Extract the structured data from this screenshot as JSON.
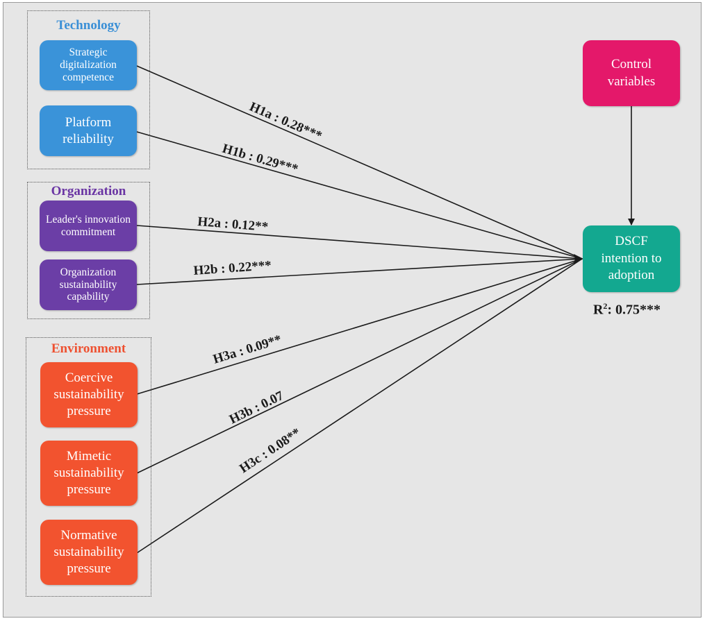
{
  "groups": {
    "technology": {
      "title": "Technology",
      "color": "#3a8fd6"
    },
    "organization": {
      "title": "Organization",
      "color": "#6a35a3"
    },
    "environment": {
      "title": "Environment",
      "color": "#ee5131"
    }
  },
  "nodes": {
    "strategic_digitalization": {
      "label": "Strategic digitalization competence",
      "color": "#3a93d9"
    },
    "platform_reliability": {
      "label": "Platform reliability",
      "color": "#3a93d9"
    },
    "leader_innovation": {
      "label": "Leader's innovation commitment",
      "color": "#6b3ea6"
    },
    "org_sustainability": {
      "label": "Organization sustainability capability",
      "color": "#6b3ea6"
    },
    "coercive": {
      "label": "Coercive sustainability pressure",
      "color": "#f2532f"
    },
    "mimetic": {
      "label": "Mimetic sustainability pressure",
      "color": "#f2532f"
    },
    "normative": {
      "label": "Normative sustainability pressure",
      "color": "#f2532f"
    },
    "control": {
      "label": "Control variables",
      "color": "#e4186a"
    },
    "outcome": {
      "label": "DSCF intention to adoption",
      "color": "#13a890"
    }
  },
  "paths": [
    {
      "id": "h1a",
      "label": "H1a : 0.28***"
    },
    {
      "id": "h1b",
      "label": "H1b : 0.29***"
    },
    {
      "id": "h2a",
      "label": "H2a :  0.12**"
    },
    {
      "id": "h2b",
      "label": "H2b : 0.22***"
    },
    {
      "id": "h3a",
      "label": "H3a : 0.09**"
    },
    {
      "id": "h3b",
      "label": "H3b : 0.07"
    },
    {
      "id": "h3c",
      "label": "H3c : 0.08**"
    }
  ],
  "r_squared": {
    "prefix": "R",
    "sup": "2",
    "value": ": 0.75***"
  }
}
